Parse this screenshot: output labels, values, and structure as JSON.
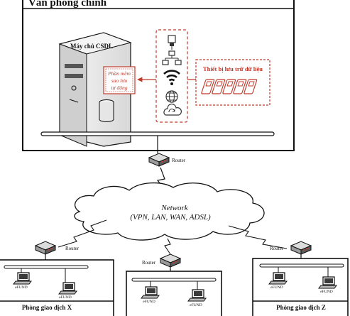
{
  "main_office": {
    "title": "Văn phòng chính"
  },
  "db_server": {
    "label": "Máy chủ CSDL"
  },
  "backup_software": {
    "line1": "Phần mềm",
    "line2": "sao lưu",
    "line3": "tự động"
  },
  "storage": {
    "label": "Thiết bị lưu trữ dữ liệu"
  },
  "connectivity_icons": [
    "usb-icon",
    "lan-network-icon",
    "wifi-icon",
    "globe-icon",
    "cloud-sync-icon"
  ],
  "routers": {
    "main": "Router",
    "branch_x": "Router",
    "branch_y": "Router",
    "branch_z": "Router"
  },
  "network": {
    "title": "Network",
    "subtitle": "(VPN, LAN, WAN, ADSL)"
  },
  "branches": {
    "x": {
      "label": "Phòng giao dịch X",
      "pc1": "eFUND",
      "pc2": "eFUND"
    },
    "y": {
      "label": "",
      "pc1": "eFUND",
      "pc2": "eFUND"
    },
    "z": {
      "label": "Phòng giao dịch Z",
      "pc1": "eFUND",
      "pc2": "eFUND"
    }
  },
  "colors": {
    "accent": "#c0392b",
    "line": "#1a1a1a",
    "server_fill": "#eeeeee"
  }
}
